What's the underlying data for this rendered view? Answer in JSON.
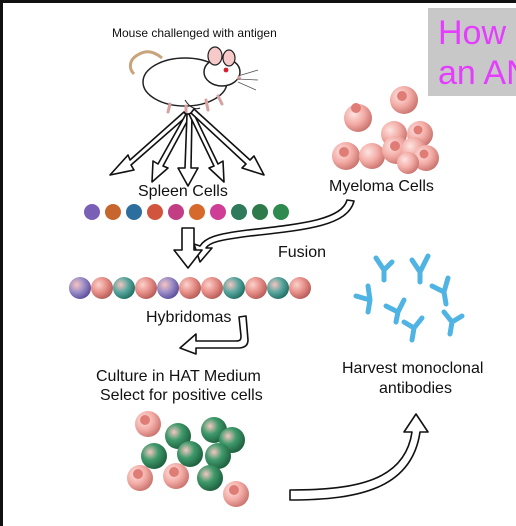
{
  "title_fragment": [
    "How ",
    "an AN"
  ],
  "labels": {
    "mouse": "Mouse challenged with antigen",
    "spleen": "Spleen Cells",
    "myeloma": "Myeloma Cells",
    "fusion": "Fusion",
    "hybridomas": "Hybridomas",
    "culture1": "Culture in HAT Medium",
    "culture2": "Select for positive cells",
    "harvest1": "Harvest monoclonal",
    "harvest2": "antibodies"
  },
  "colors": {
    "title": "#e53dff",
    "antibody": "#4fb4e3",
    "myeloma_cell": "#f1a8a3",
    "hybridoma_green": "#2e8f5c",
    "arrow_outline": "#111111"
  }
}
